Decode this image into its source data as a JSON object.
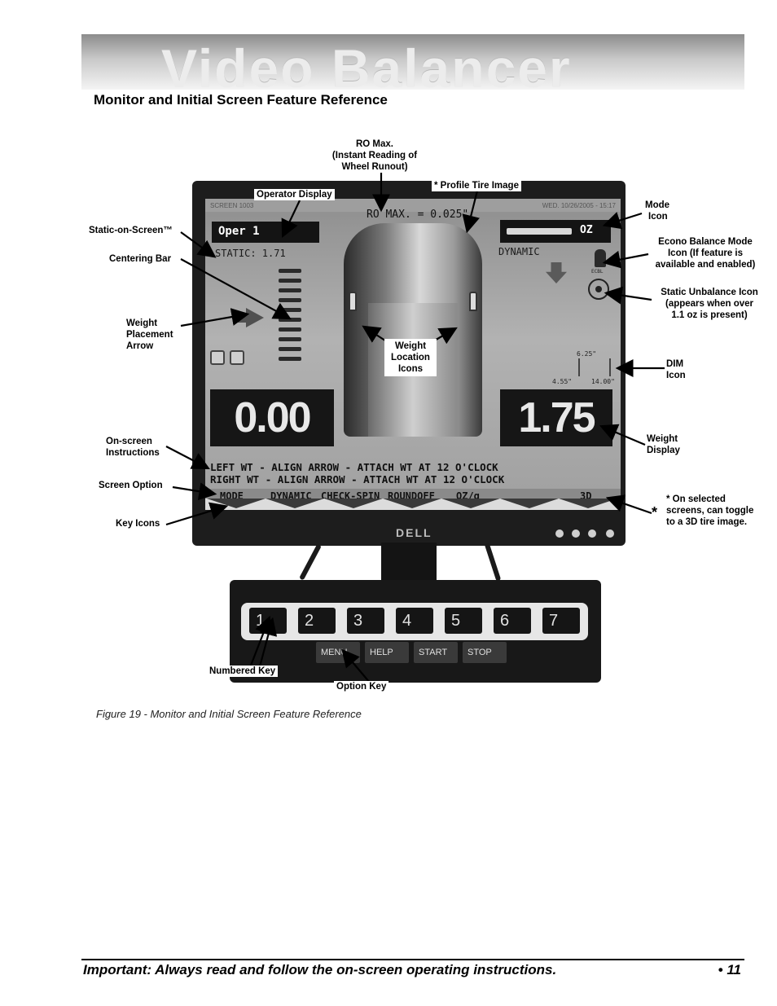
{
  "header": {
    "banner_title": "Video Balancer",
    "section_heading": "Monitor and Initial Screen Feature Reference"
  },
  "callouts": {
    "ro_max": [
      "RO Max.",
      "(Instant Reading of",
      "Wheel Runout)"
    ],
    "operator_display": "Operator Display",
    "profile_tire_image": "* Profile Tire Image",
    "static_on_screen": "Static-on-Screen™",
    "centering_bar": "Centering Bar",
    "weight_placement_arrow": [
      "Weight",
      "Placement",
      "Arrow"
    ],
    "weight_location_icons": [
      "Weight",
      "Location",
      "Icons"
    ],
    "mode_icon": [
      "Mode",
      "Icon"
    ],
    "econo_balance": [
      "Econo Balance Mode",
      "Icon (If feature is",
      "available and enabled)"
    ],
    "static_unbalance": [
      "Static Unbalance Icon",
      "(appears when over",
      "1.1 oz is present)"
    ],
    "dim_icon": [
      "DIM",
      "Icon"
    ],
    "weight_display": [
      "Weight",
      "Display"
    ],
    "onscreen_instructions": [
      "On-screen",
      "Instructions"
    ],
    "screen_option": "Screen Option",
    "key_icons": "Key Icons",
    "selected_screens": [
      "* On selected",
      "screens, can toggle",
      "to a 3D tire image."
    ],
    "asterisk": "*",
    "numbered_key": "Numbered Key",
    "option_key": "Option Key"
  },
  "screen": {
    "header_left": "SCREEN 1003",
    "header_right": "WED. 10/26/2005 - 15:17",
    "operator": "Oper 1",
    "static": "STATIC: 1.71",
    "ro_max_reading": "RO MAX. = 0.025\"",
    "mode_unit": "OZ",
    "dynamic": "DYNAMIC",
    "econo_label": "ECBL",
    "dim_top": "6.25\"",
    "dim_left": "4.55\"",
    "dim_right": "14.00\"",
    "weight_left": "0.00",
    "weight_right": "1.75",
    "instruction_1": "LEFT WT - ALIGN ARROW - ATTACH WT AT 12 O'CLOCK",
    "instruction_2": "RIGHT WT - ALIGN ARROW - ATTACH WT AT 12 O'CLOCK",
    "options": [
      "MODE",
      "DYNAMIC",
      "CHECK-SPIN",
      "ROUNDOFF",
      "OZ/g",
      "3D"
    ]
  },
  "monitor": {
    "brand": "DELL"
  },
  "keypad": {
    "numbers": [
      "1",
      "2",
      "3",
      "4",
      "5",
      "6",
      "7"
    ],
    "options": [
      "MENU",
      "HELP",
      "START",
      "STOP"
    ]
  },
  "figure_caption": "Figure 19 -  Monitor and Initial Screen Feature Reference",
  "footer": {
    "text": "Important: Always read and follow the on-screen operating instructions.",
    "page": "• 11"
  }
}
